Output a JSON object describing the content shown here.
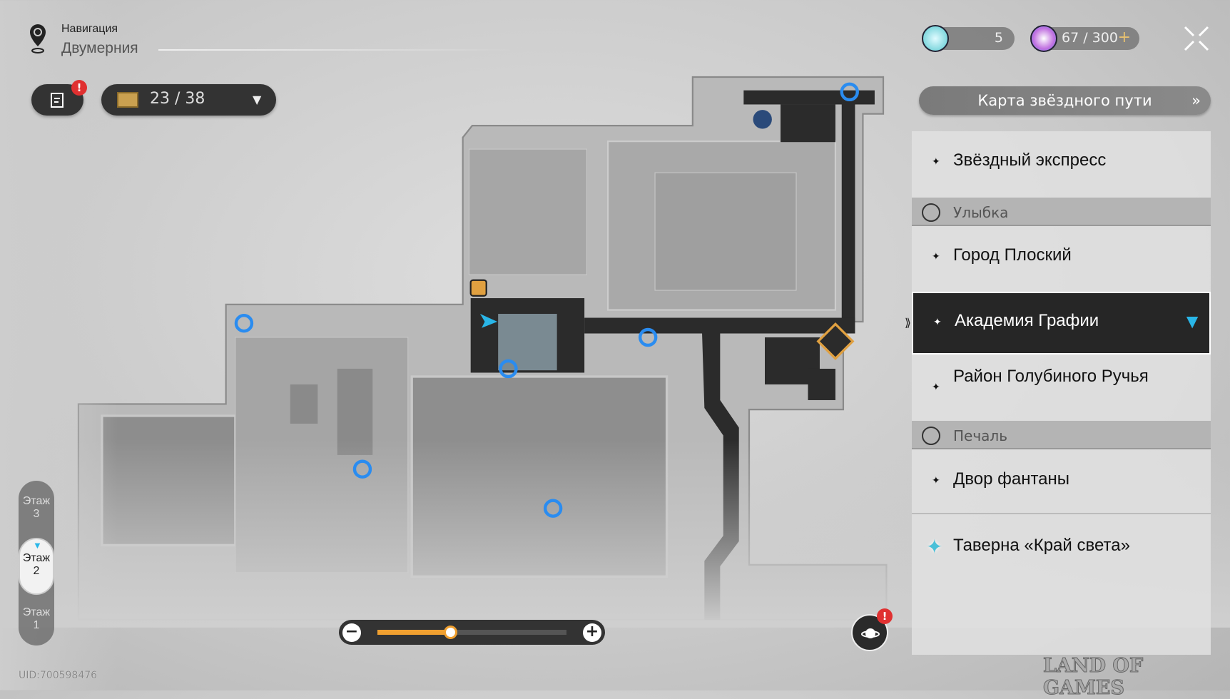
{
  "navigation": {
    "label": "Навигация",
    "area": "Двумерния"
  },
  "toolbar": {
    "quest_badge": "!",
    "chest_count": "23 / 38"
  },
  "currencies": [
    {
      "icon": "fuel-orb-icon",
      "value": "5"
    },
    {
      "icon": "trailblaze-power-icon",
      "value": "67 / 300",
      "add": "+"
    }
  ],
  "star_path_button": "Карта звёздного пути",
  "locations": {
    "items": [
      {
        "type": "item",
        "label": "Звёздный экспресс"
      },
      {
        "type": "header",
        "label": "Улыбка"
      },
      {
        "type": "item",
        "label": "Город Плоский"
      },
      {
        "type": "item",
        "label": "Академия Графии",
        "selected": true
      },
      {
        "type": "item",
        "label": "Район Голубиного Ручья"
      },
      {
        "type": "header",
        "label": "Печаль"
      },
      {
        "type": "item",
        "label": "Двор фантаны"
      },
      {
        "type": "item",
        "label": "Таверна «Край света»"
      }
    ]
  },
  "floors": [
    {
      "label": "Этаж",
      "num": "3"
    },
    {
      "label": "Этаж",
      "num": "2",
      "active": true
    },
    {
      "label": "Этаж",
      "num": "1"
    }
  ],
  "zoom": {
    "minus": "−",
    "plus": "+",
    "level": 0.39
  },
  "uid": "UID:700598476",
  "watermark": "LAND OF GAMES",
  "bubble_badge": "!",
  "colors": {
    "accent_cyan": "#29b6e8",
    "slider": "#f0a030",
    "badge": "#e03030",
    "teleport": "#2a8cf0"
  }
}
